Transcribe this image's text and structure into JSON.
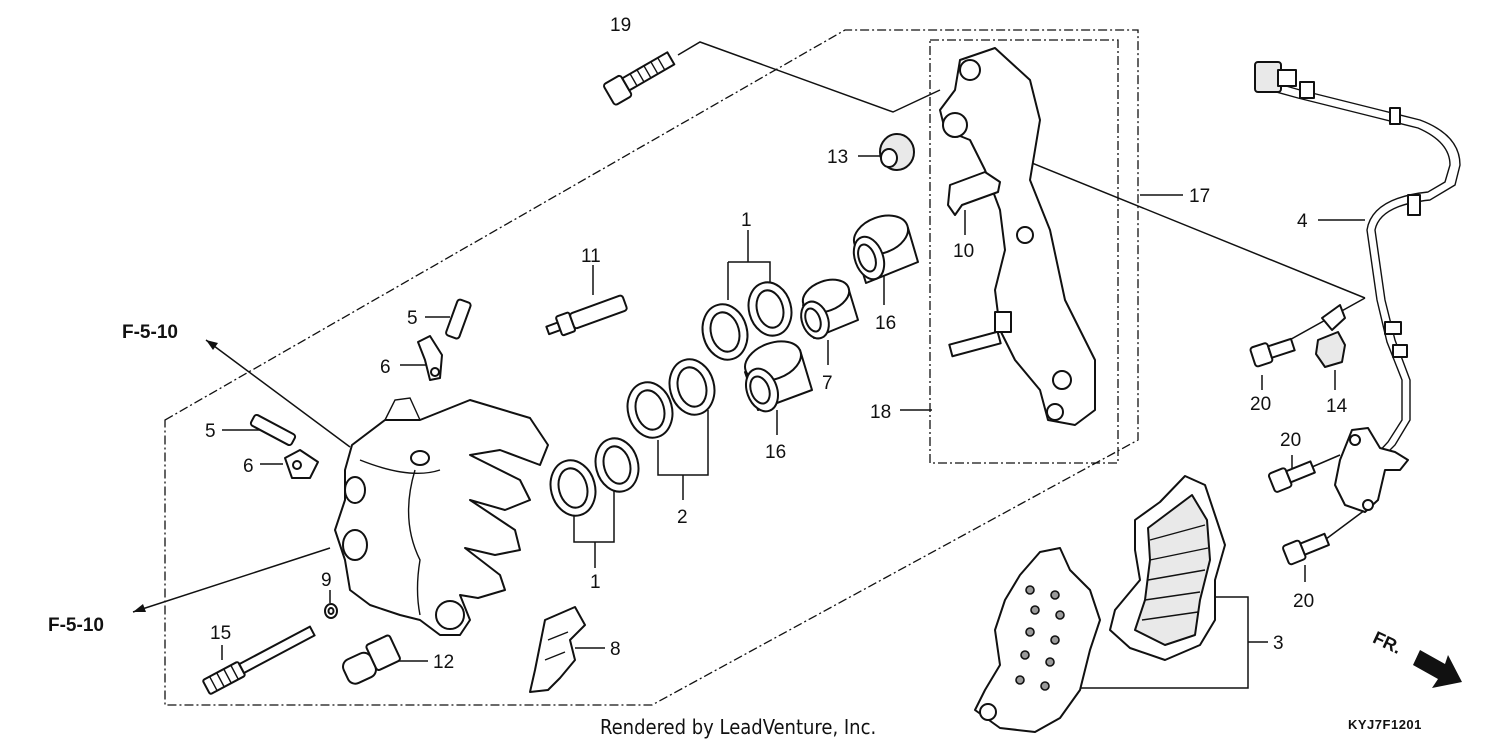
{
  "callouts": {
    "c1a": "1",
    "c1b": "1",
    "c2": "2",
    "c3": "3",
    "c4": "4",
    "c5a": "5",
    "c5b": "5",
    "c6a": "6",
    "c6b": "6",
    "c7": "7",
    "c8": "8",
    "c9": "9",
    "c10": "10",
    "c11": "11",
    "c12": "12",
    "c13": "13",
    "c14": "14",
    "c15": "15",
    "c16a": "16",
    "c16b": "16",
    "c17": "17",
    "c18": "18",
    "c19": "19",
    "c20a": "20",
    "c20b": "20",
    "c20c": "20"
  },
  "references": {
    "ref_top": "F-5-10",
    "ref_bottom": "F-5-10"
  },
  "direction_label": "FR.",
  "credit": "Rendered by LeadVenture, Inc.",
  "diagram_code": "KYJ7F1201"
}
